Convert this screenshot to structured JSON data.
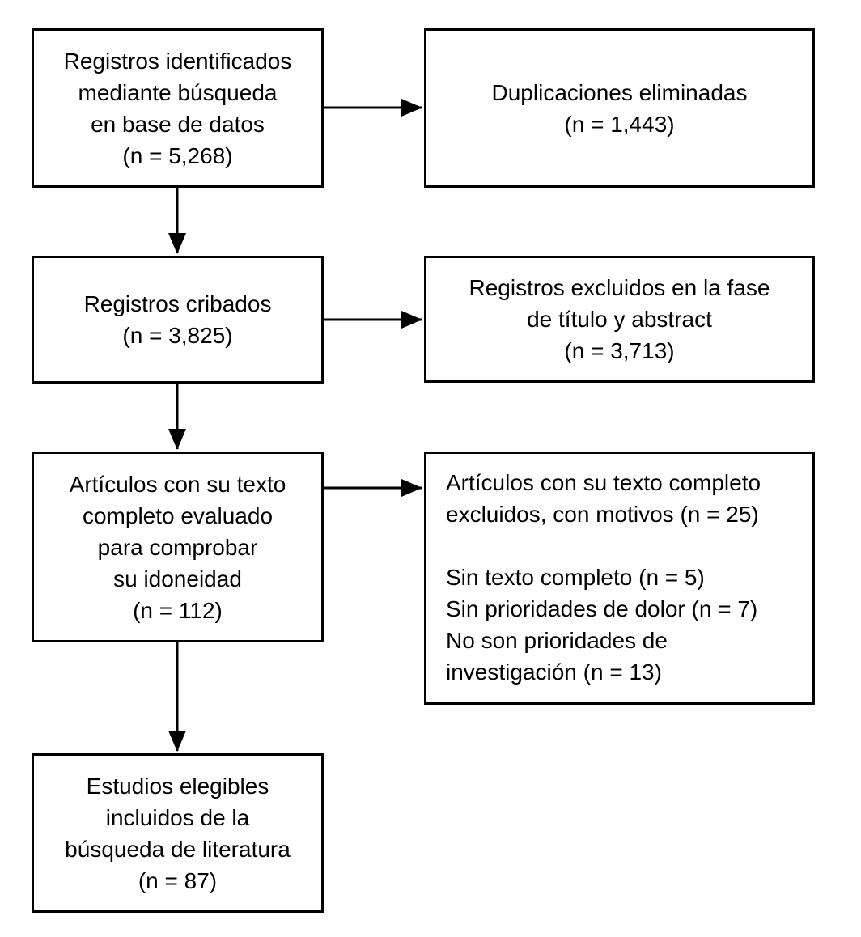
{
  "flowchart": {
    "colors": {
      "background": "#ffffff",
      "box_background": "#ffffff",
      "line": "#000000",
      "text": "#000000"
    },
    "left_boxes": [
      {
        "name": "records-identified",
        "lines": [
          "Registros identificados",
          "mediante búsqueda",
          "en base de datos",
          "(n = 5,268)"
        ]
      },
      {
        "name": "records-screened",
        "lines": [
          "Registros cribados",
          "(n = 3,825)"
        ]
      },
      {
        "name": "fulltext-assessed",
        "lines": [
          "Artículos con su texto",
          "completo evaluado",
          "para comprobar",
          "su idoneidad",
          "(n = 112)"
        ]
      },
      {
        "name": "studies-included",
        "lines": [
          "Estudios elegibles",
          "incluidos de la",
          "búsqueda de literatura",
          "(n = 87)"
        ]
      }
    ],
    "right_boxes": [
      {
        "name": "duplicates-removed",
        "lines": [
          "Duplicaciones eliminadas",
          "(n = 1,443)"
        ]
      },
      {
        "name": "title-abstract-excluded",
        "lines": [
          "Registros excluidos en la fase",
          "de título y abstract",
          "(n = 3,713)"
        ]
      },
      {
        "name": "fulltext-excluded",
        "lines": [
          "Artículos con su texto completo",
          "excluidos, con motivos (n = 25)",
          "",
          "Sin texto completo (n = 5)",
          "Sin prioridades de dolor (n = 7)",
          "No son prioridades de",
          "investigación (n = 13)"
        ]
      }
    ]
  }
}
